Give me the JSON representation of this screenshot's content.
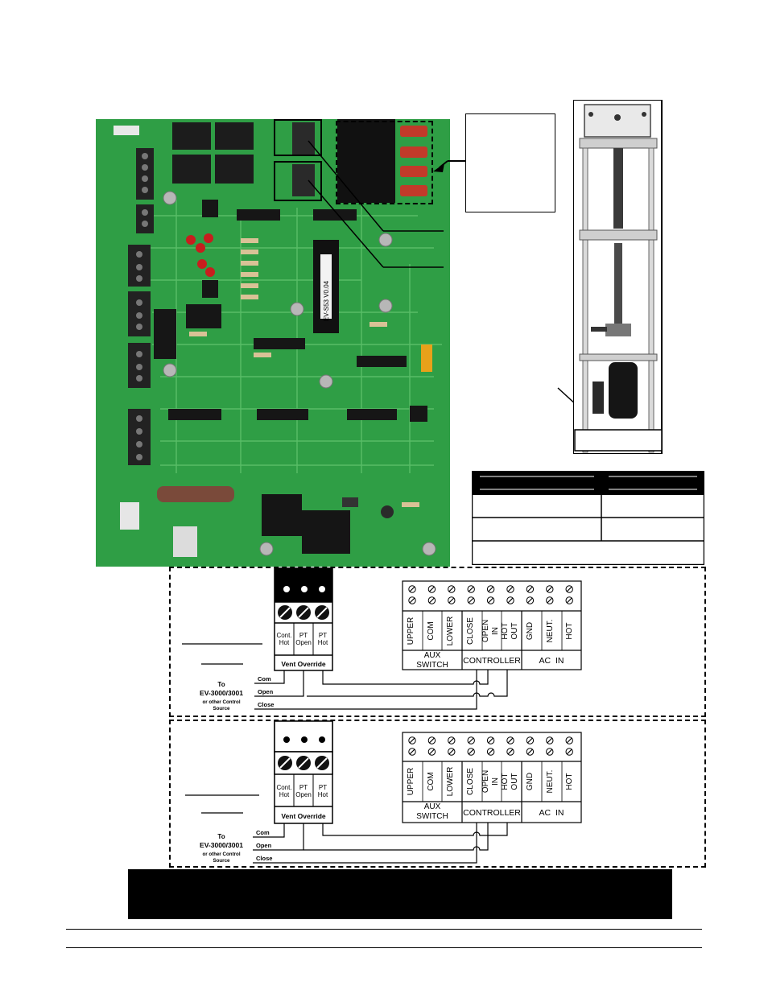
{
  "pcb": {
    "chip_label": "EV-S53 V0.04"
  },
  "terminal_strip": {
    "columns": [
      "UPPER",
      "COM",
      "LOWER",
      "CLOSE",
      "OPEN",
      "IN",
      "HOT",
      "OUT",
      "GND",
      "NEUT.",
      "HOT"
    ],
    "groups": [
      "AUX\nSWITCH",
      "CONTROLLER",
      "AC  IN"
    ]
  },
  "override_block": {
    "terminals": [
      "Cont.\nHot",
      "PT\nOpen",
      "PT\nHot"
    ],
    "label": "Vent Override"
  },
  "source": {
    "to": "To",
    "model": "EV-3000/3001",
    "note": "or other Control\nSource",
    "wires": [
      "Com",
      "Open",
      "Close"
    ]
  },
  "colors": {
    "pcb_green": "#2f9e45",
    "caption_bar": "#000000"
  }
}
